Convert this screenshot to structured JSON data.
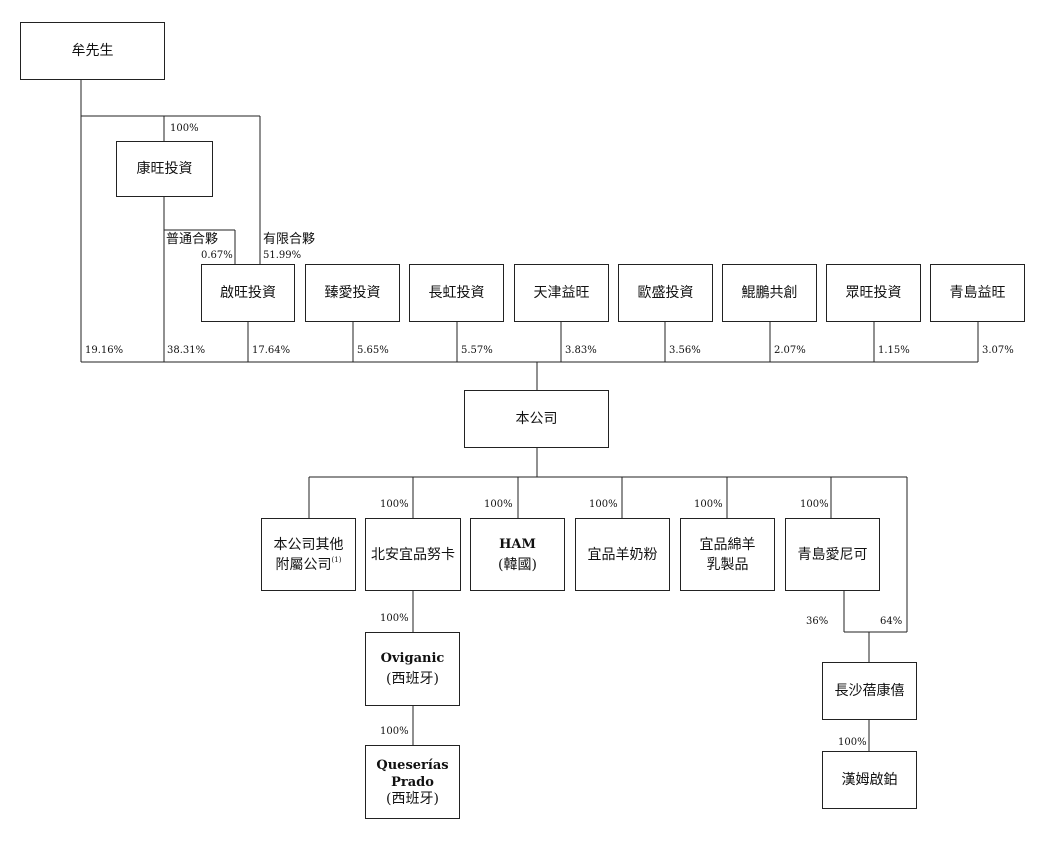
{
  "entities": {
    "mou": "牟先生",
    "kangwang": "康旺投資",
    "qiwang": "啟旺投資",
    "zhenai": "臻愛投資",
    "changhong": "長虹投資",
    "tianjin": "天津益旺",
    "ousheng": "歐盛投資",
    "kunpeng": "鯤鵬共創",
    "zhongwang": "眾旺投資",
    "qingdao_yiwang": "青島益旺",
    "company": "本公司",
    "other_subs_line1": "本公司其他",
    "other_subs_line2": "附屬公司",
    "other_subs_note": "(1)",
    "beian": "北安宜品努卡",
    "ham": "HAM",
    "ham_sub": "(韓國)",
    "yipin_milk": "宜品羊奶粉",
    "yipin_mianyang_line1": "宜品綿羊",
    "yipin_mianyang_line2": "乳製品",
    "qingdao_aini": "青島愛尼可",
    "oviganic": "Oviganic",
    "oviganic_sub": "(西班牙)",
    "queserias_line1": "Queserías",
    "queserias_line2": "Prado",
    "queserias_sub": "(西班牙)",
    "changsha": "長沙蓓康僖",
    "hanmu": "漢姆啟鉑"
  },
  "labels": {
    "pct_kangwang": "100%",
    "general_partner": "普通合夥",
    "pct_gp": "0.67%",
    "limited_partner": "有限合夥",
    "pct_lp": "51.99%",
    "pct_mou_direct": "19.16%",
    "pct_kangwang_direct": "38.31%",
    "pct_qiwang": "17.64%",
    "pct_zhenai": "5.65%",
    "pct_changhong": "5.57%",
    "pct_tianjin": "3.83%",
    "pct_ousheng": "3.56%",
    "pct_kunpeng": "2.07%",
    "pct_zhongwang": "1.15%",
    "pct_qingdao_yiwang": "3.07%",
    "pct_beian": "100%",
    "pct_ham": "100%",
    "pct_yipin_milk": "100%",
    "pct_yipin_mianyang": "100%",
    "pct_qingdao_aini": "100%",
    "pct_oviganic": "100%",
    "pct_queserias": "100%",
    "pct_changsha_36": "36%",
    "pct_changsha_64": "64%",
    "pct_hanmu": "100%"
  }
}
